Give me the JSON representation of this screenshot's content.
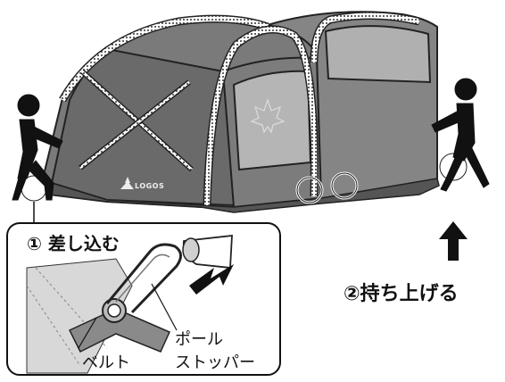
{
  "labels": {
    "step1": "① 差し込む",
    "step2": "②持ち上げる",
    "belt": "ベルト",
    "pole_stopper_line1": "ポール",
    "pole_stopper_line2": "ストッパー",
    "brand_logo": "LOGOS"
  },
  "colors": {
    "tent_dark": "#6d6d6d",
    "tent_mid": "#8a8a8a",
    "tent_light": "#a5a5a5",
    "figure": "#111111",
    "arrow": "#111111"
  }
}
